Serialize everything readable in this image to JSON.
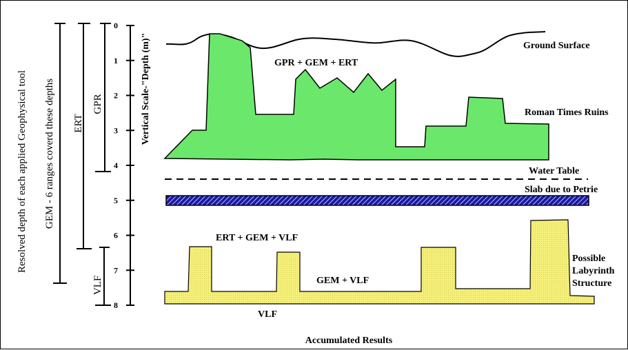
{
  "left_axis_labels": {
    "resolved_depth": "Resolved depth of each applied Geophysical tool",
    "gem_ranges": "GEM - 6 ranges coverd these depths",
    "ert": "ERT",
    "gpr": "GPR",
    "vlf": "VLF",
    "vertical_scale": "Vertical Scale-\"Depth (m)\""
  },
  "depth_ticks": [
    "0",
    "1",
    "2",
    "3",
    "4",
    "5",
    "6",
    "7",
    "8"
  ],
  "annotations": {
    "ground_surface": "Ground Surface",
    "gpr_gem_ert": "GPR + GEM + ERT",
    "roman_ruins": "Roman Times Ruins",
    "water_table": "Water Table",
    "slab": "Slab due to Petrie",
    "ert_gem_vlf": "ERT + GEM + VLF",
    "gem_vlf": "GEM + VLF",
    "vlf_bottom": "VLF",
    "possible": "Possible",
    "labyrinth": "Labyrinth",
    "structure": "Structure"
  },
  "footer": "Accumulated Results",
  "colors": {
    "ruins_fill": "#6be86b",
    "labyrinth_fill": "#f5f07a",
    "slab_fill": "#1a1aa8",
    "line": "#000000"
  }
}
